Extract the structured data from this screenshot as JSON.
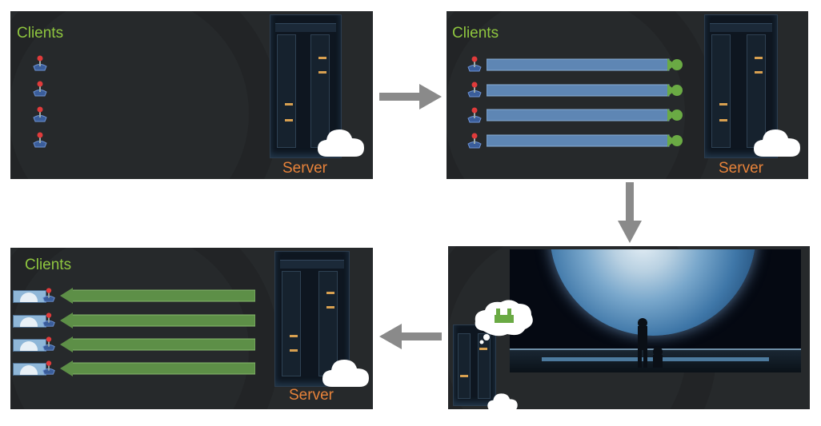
{
  "diagram": {
    "panels": [
      {
        "id": "step1",
        "clients_label": "Clients",
        "server_label": "Server"
      },
      {
        "id": "step2",
        "clients_label": "Clients",
        "server_label": "Server"
      },
      {
        "id": "step3"
      },
      {
        "id": "step4",
        "clients_label": "Clients",
        "server_label": "Server"
      }
    ],
    "colors": {
      "panel_bg": "#26292b",
      "clients_text": "#8fc63f",
      "server_text": "#e8833a",
      "upload_bar": "#5e86b4",
      "download_bar": "#5d8f47",
      "flow_arrow": "#8a8a8a"
    }
  }
}
